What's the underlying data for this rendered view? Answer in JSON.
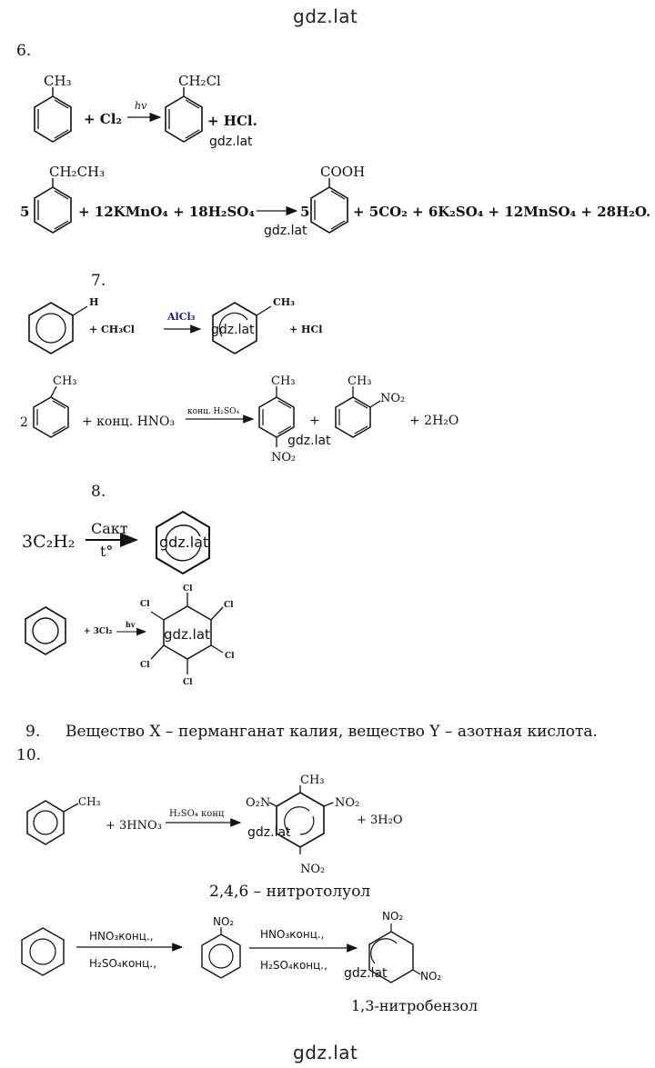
{
  "watermark": {
    "top": "gdz.lat",
    "bottom": "gdz.lat",
    "inline": "gdz.lat"
  },
  "tasks": {
    "t6": {
      "number": "6.",
      "r1": {
        "sub1": "CH₃",
        "plus1": "+ Cl₂",
        "cond": "hv",
        "sub2": "CH₂Cl",
        "tail": "+ HCl."
      },
      "r2": {
        "coef1": "5",
        "sub1": "CH₂CH₃",
        "reagents": "+ 12KMnO₄ + 18H₂SO₄",
        "coef2": "5",
        "sub2": "COOH",
        "products": "+ 5CO₂ + 6K₂SO₄ + 12MnSO₄ + 28H₂O."
      }
    },
    "t7": {
      "number": "7.",
      "r1": {
        "sub1": "H",
        "reagent": "+ CH₃Cl",
        "cat": "AlCl₃",
        "sub2": "CH₃",
        "tail": "+ HCl"
      },
      "r2": {
        "coef": "2",
        "sub1": "CH₃",
        "reagent": "+ конц. HNO₃",
        "cond": "конц. H₂SO₄",
        "p1_top": "CH₃",
        "p1_bottom": "NO₂",
        "plus": "+",
        "p2_top": "CH₃",
        "p2_side": "NO₂",
        "tail": "+ 2H₂O"
      }
    },
    "t8": {
      "number": "8.",
      "r1": {
        "reagent": "3C₂H₂",
        "cond_top": "Cакт",
        "cond_bottom": "t°"
      },
      "r2": {
        "reagent": "+ 3Cl₂",
        "cond": "hv",
        "cl": "Cl"
      }
    },
    "t9": {
      "number": "9.",
      "text": "Вещество X – перманганат калия, вещество Y – азотная кислота."
    },
    "t10": {
      "number": "10.",
      "r1": {
        "sub1": "CH₃",
        "reagent": "+ 3HNO₃",
        "cond": "H₂SO₄ конц",
        "p_top": "CH₃",
        "p_left": "O₂N",
        "p_right": "NO₂",
        "p_bottom": "NO₂",
        "tail": "+ 3H₂O",
        "caption": "2,4,6 – нитротолуол"
      },
      "r2": {
        "cond1_top": "HNO₃конц.,",
        "cond1_bottom": "H₂SO₄конц.,",
        "mid_sub": "NO₂",
        "cond2_top": "HNO₃конц.,",
        "cond2_bottom": "H₂SO₄конц.,",
        "p_top": "NO₂",
        "p_side": "NO₂",
        "caption": "1,3-нитробензол"
      }
    }
  }
}
